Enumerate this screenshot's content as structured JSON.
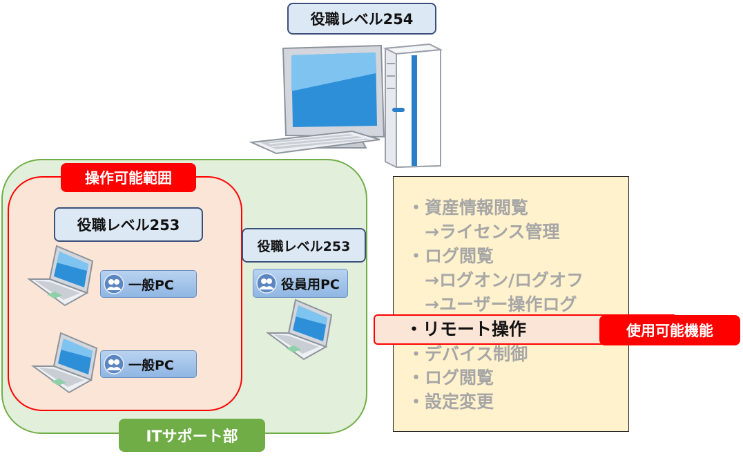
{
  "top_computer": {
    "label": "役職レベル254"
  },
  "it_group": {
    "label": "ITサポート部",
    "fill": "#e2efda",
    "border": "#70ad47"
  },
  "range_group": {
    "label": "操作可能範囲",
    "level_label": "役職レベル253",
    "fill": "#fbe5d6",
    "border": "#ff0000"
  },
  "general_pcs": [
    {
      "label": "一般PC"
    },
    {
      "label": "一般PC"
    }
  ],
  "officer_pc": {
    "level_label": "役職レベル253",
    "label": "役員用PC"
  },
  "features": {
    "items": [
      "・資産情報閲覧",
      "　→ライセンス管理",
      "・ログ閲覧",
      "　→ログオン/ログオフ",
      "　→ユーザー操作ログ",
      "・デバイス制御",
      "・ログ閲覧",
      "・設定変更"
    ],
    "highlight": "・リモート操作",
    "highlight_tag": "使用可能機能",
    "box_fill": "#fff2cc"
  }
}
